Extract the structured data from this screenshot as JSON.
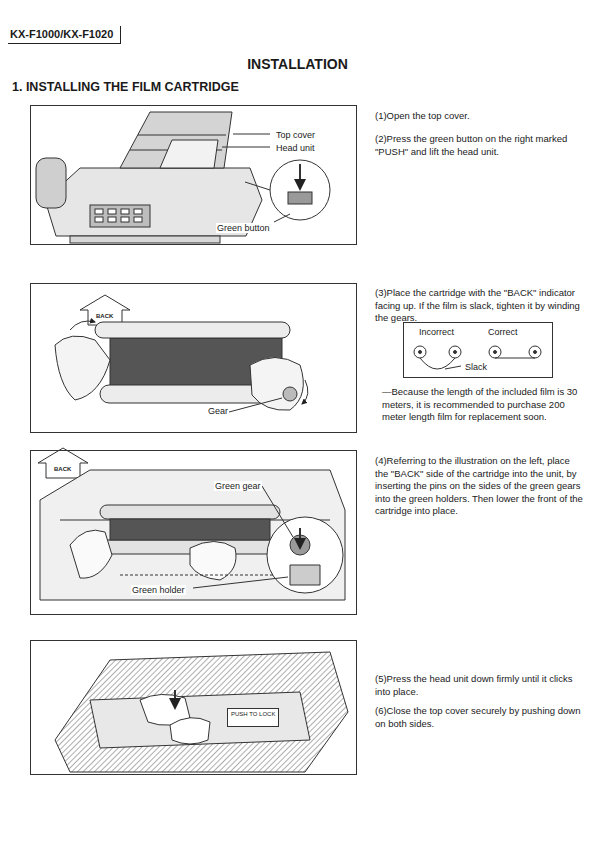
{
  "diagram": {
    "title": "INSTALLATION",
    "nodes": [
      {
        "text": [
          "Top cover",
          "Head unit",
          "Green button"
        ]
      },
      {
        "text": [
          "BACK",
          "Gear"
        ]
      },
      {
        "text": [
          "BACK",
          "Green gear",
          "Green holder"
        ]
      },
      {
        "text": [
          "PUSH TO LOCK"
        ]
      },
      {
        "text": [
          "Incorrect",
          "Correct",
          "Slack"
        ]
      }
    ],
    "labels": [
      "KX-F1000/KX-F1020",
      "1. INSTALLING THE FILM CARTRIDGE",
      "(1)Open the top cover.",
      "(2)Press the green button on the right marked \"PUSH\" and lift the head unit.",
      "(3)Place the cartridge with the \"BACK\" indicator facing up. If the film is slack, tighten it by winding the gears.",
      "—Because the length of the included film is 30 meters, it is recommended to purchase 200 meter length film for replacement soon.",
      "(4)Referring to the illustration on the left, place the \"BACK\" side of the cartridge into the unit, by inserting the pins on the sides of the green gears into the green holders. Then lower the front of the cartridge into place.",
      "(5)Press the head unit down firmly until it clicks into place.",
      "(6)Close the top cover securely by pushing down on both sides."
    ]
  }
}
